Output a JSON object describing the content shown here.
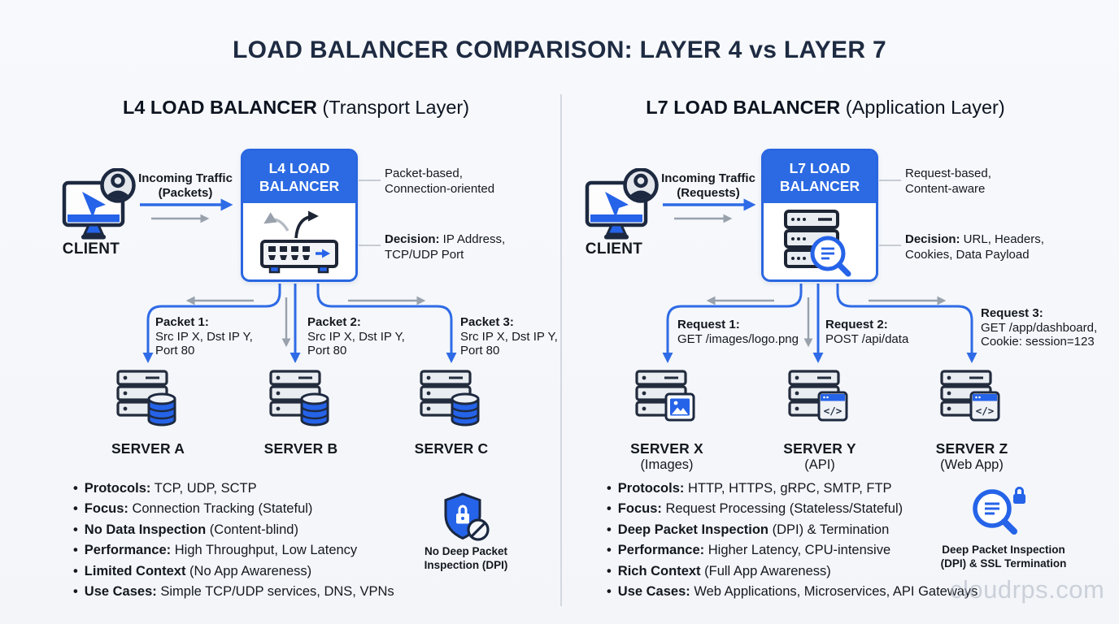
{
  "title": "LOAD BALANCER COMPARISON: LAYER 4 vs LAYER 7",
  "watermark": "cloudrps.com",
  "colors": {
    "primary_blue": "#2563e0",
    "header_blue": "#2b6ae2",
    "navy": "#1d2940",
    "arrow_gray": "#98a1ac",
    "background": "#f4f6fa"
  },
  "l4": {
    "heading": {
      "bold": "L4 LOAD BALANCER",
      "rest": " (Transport Layer)"
    },
    "client": "CLIENT",
    "traffic": {
      "line1": "Incoming Traffic",
      "line2": "(Packets)"
    },
    "box": {
      "line1": "L4 LOAD",
      "line2": "BALANCER"
    },
    "note1": {
      "line1": "Packet-based,",
      "line2": "Connection-oriented"
    },
    "note2": {
      "bold": "Decision:",
      "rest": " IP Address,",
      "line2": "TCP/UDP Port"
    },
    "flows": [
      {
        "title": "Packet 1:",
        "line1": "Src IP X, Dst IP Y,",
        "line2": "Port 80"
      },
      {
        "title": "Packet 2:",
        "line1": "Src IP X, Dst IP Y,",
        "line2": "Port 80"
      },
      {
        "title": "Packet 3:",
        "line1": "Src IP X, Dst IP Y,",
        "line2": "Port 80"
      }
    ],
    "servers": [
      {
        "name": "SERVER A"
      },
      {
        "name": "SERVER B"
      },
      {
        "name": "SERVER C"
      }
    ],
    "features": [
      {
        "bold": "Protocols:",
        "rest": " TCP, UDP, SCTP"
      },
      {
        "bold": "Focus:",
        "rest": " Connection Tracking (Stateful)"
      },
      {
        "bold": "No Data Inspection",
        "rest": " (Content-blind)"
      },
      {
        "bold": "Performance:",
        "rest": " High Throughput, Low Latency"
      },
      {
        "bold": "Limited Context",
        "rest": " (No App Awareness)"
      },
      {
        "bold": "Use Cases:",
        "rest": " Simple TCP/UDP services, DNS, VPNs"
      }
    ],
    "badge": {
      "line1": "No Deep Packet",
      "line2": "Inspection (DPI)"
    }
  },
  "l7": {
    "heading": {
      "bold": "L7 LOAD BALANCER",
      "rest": " (Application Layer)"
    },
    "client": "CLIENT",
    "traffic": {
      "line1": "Incoming Traffic",
      "line2": "(Requests)"
    },
    "box": {
      "line1": "L7 LOAD",
      "line2": "BALANCER"
    },
    "note1": {
      "line1": "Request-based,",
      "line2": "Content-aware"
    },
    "note2": {
      "bold": "Decision:",
      "rest": " URL, Headers,",
      "line2": "Cookies, Data Payload"
    },
    "flows": [
      {
        "title": "Request 1:",
        "line1": "GET /images/logo.png",
        "line2": ""
      },
      {
        "title": "Request 2:",
        "line1": "POST /api/data",
        "line2": ""
      },
      {
        "title": "Request 3:",
        "line1": "GET /app/dashboard,",
        "line2": "Cookie: session=123"
      }
    ],
    "servers": [
      {
        "name": "SERVER X",
        "sub": "(Images)"
      },
      {
        "name": "SERVER Y",
        "sub": "(API)"
      },
      {
        "name": "SERVER Z",
        "sub": "(Web App)"
      }
    ],
    "features": [
      {
        "bold": "Protocols:",
        "rest": " HTTP, HTTPS, gRPC, SMTP, FTP"
      },
      {
        "bold": "Focus:",
        "rest": " Request Processing (Stateless/Stateful)"
      },
      {
        "bold": "Deep Packet Inspection",
        "rest": " (DPI) & Termination"
      },
      {
        "bold": "Performance:",
        "rest": " Higher Latency, CPU-intensive"
      },
      {
        "bold": "Rich Context",
        "rest": " (Full App Awareness)"
      },
      {
        "bold": "Use Cases:",
        "rest": " Web Applications, Microservices, API Gateways"
      }
    ],
    "badge": {
      "line1": "Deep Packet Inspection",
      "line2": "(DPI) & SSL Termination"
    },
    "code_glyph": "</>"
  }
}
